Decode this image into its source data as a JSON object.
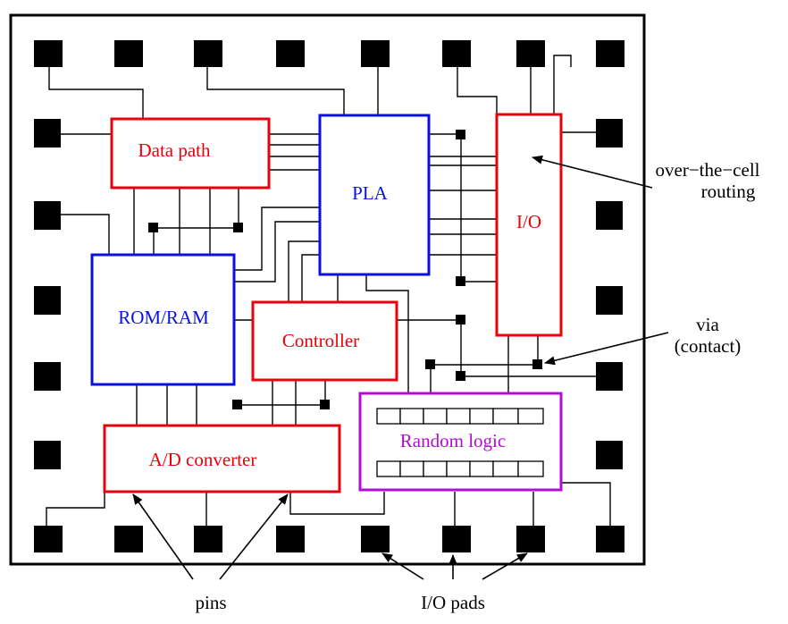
{
  "blocks": {
    "data_path": "Data path",
    "pla": "PLA",
    "io": "I/O",
    "rom_ram": "ROM/RAM",
    "controller": "Controller",
    "ad_converter": "A/D converter",
    "random_logic": "Random logic"
  },
  "annotations": {
    "over_cell_line1": "over−the−cell",
    "over_cell_line2": "routing",
    "via_line1": "via",
    "via_line2": "(contact)",
    "pins": "pins",
    "io_pads": "I/O pads"
  },
  "colors": {
    "logic_block": "#e8000b",
    "memory_block": "#0a10e0",
    "random_logic": "#b30cd6"
  }
}
